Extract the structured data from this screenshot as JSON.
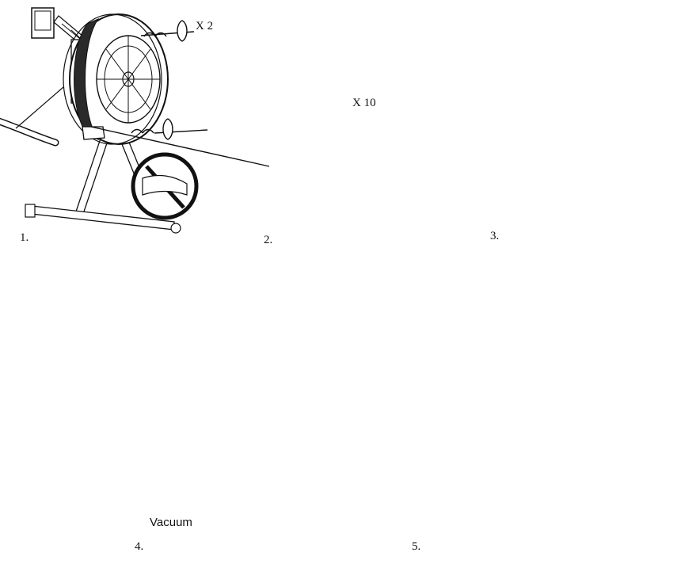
{
  "steps": [
    {
      "label": "1.",
      "note": "X 2"
    },
    {
      "label": "2.",
      "note": "X 10"
    },
    {
      "label": "3."
    },
    {
      "label": "4.",
      "note": "Vacuum"
    },
    {
      "label": "5."
    }
  ],
  "colors": {
    "line": "#111111",
    "band": "#2a2a2a",
    "belt": "#555555",
    "fill": "#ffffff"
  }
}
